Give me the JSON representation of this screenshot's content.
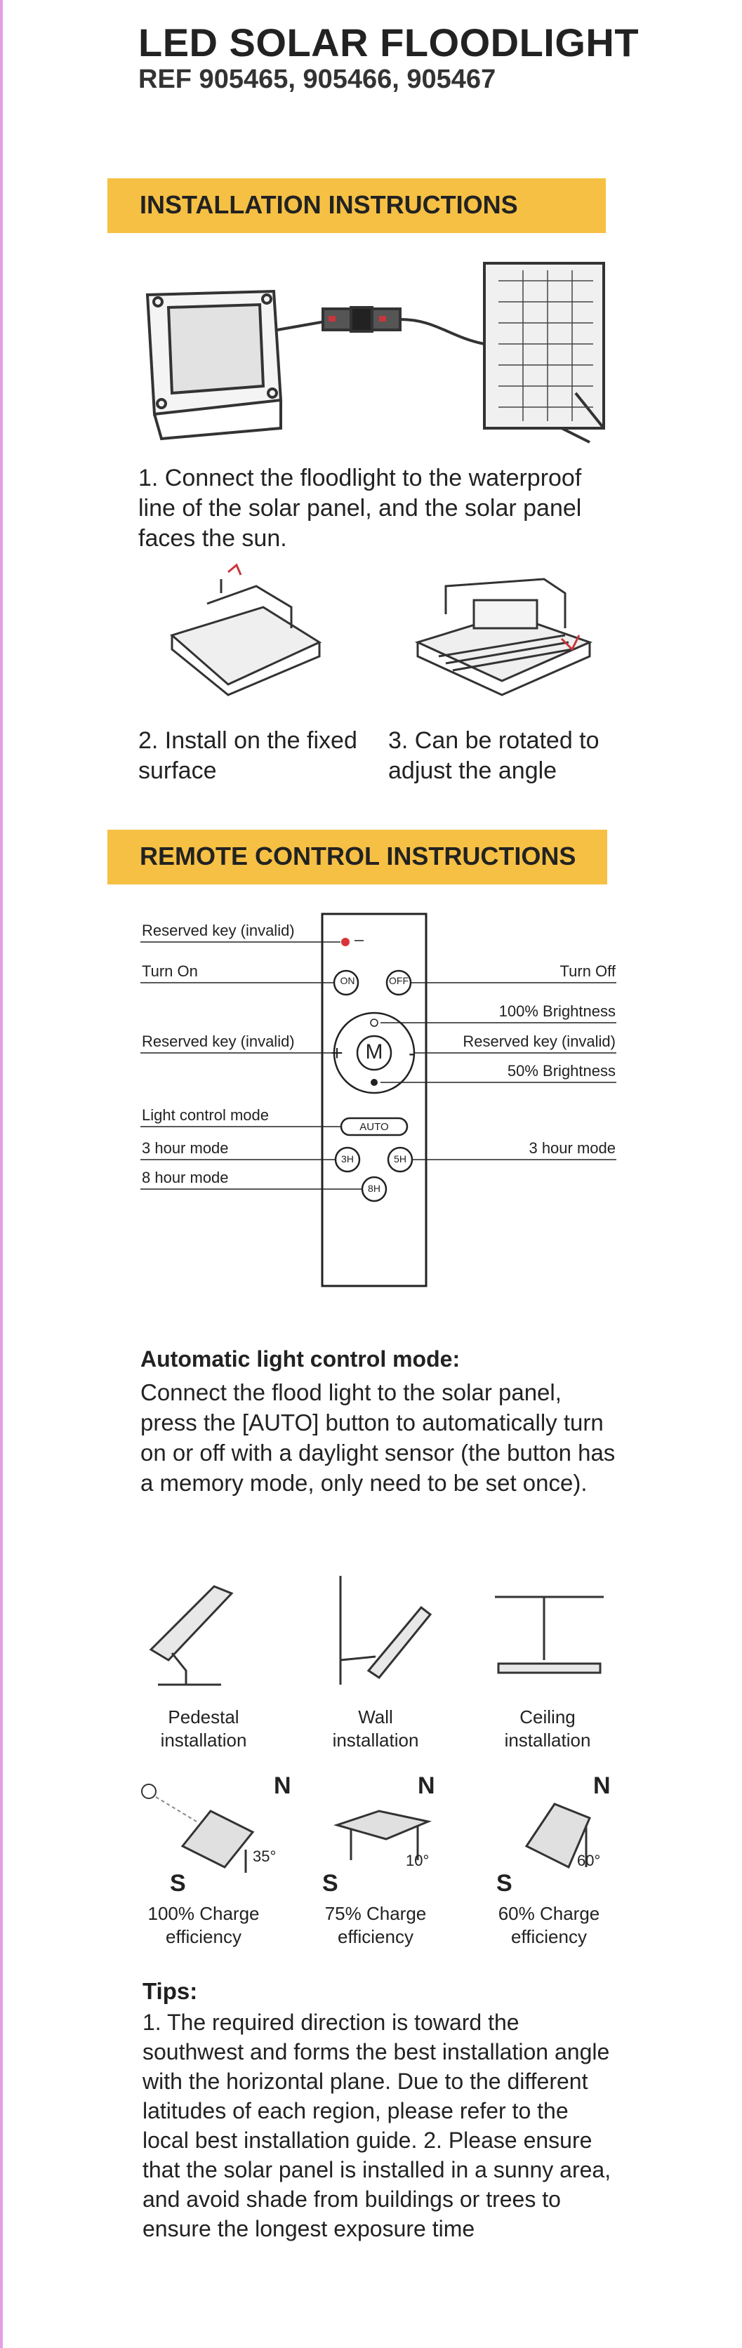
{
  "header": {
    "title": "LED SOLAR FLOODLIGHT",
    "ref": "REF 905465, 905466, 905467"
  },
  "installation": {
    "banner": "INSTALLATION INSTRUCTIONS",
    "step1": "1. Connect the floodlight to the waterproof line of the solar panel, and the solar panel faces the sun.",
    "step2": "2. Install on the fixed surface",
    "step3": "3. Can be rotated to adjust the angle"
  },
  "remote": {
    "banner": "REMOTE CONTROL INSTRUCTIONS",
    "labels_left": {
      "reserved_top": "Reserved key (invalid)",
      "turn_on": "Turn On",
      "reserved_left": "Reserved key (invalid)",
      "light_control": "Light control mode",
      "three_hour": "3 hour mode",
      "eight_hour": "8 hour mode"
    },
    "labels_right": {
      "turn_off": "Turn Off",
      "brightness_100": "100% Brightness",
      "reserved_right": "Reserved key (invalid)",
      "brightness_50": "50% Brightness",
      "five_hour": "3 hour mode"
    },
    "buttons": {
      "on": "ON",
      "off": "OFF",
      "m": "M",
      "plus": "+",
      "minus": "-",
      "auto": "AUTO",
      "three_h": "3H",
      "five_h": "5H",
      "eight_h": "8H"
    }
  },
  "auto_mode": {
    "heading": "Automatic light control mode:",
    "body": "Connect the flood light to the solar panel, press the [AUTO] button to automatically turn on or off with a daylight sensor (the button has a memory mode, only need to be set once)."
  },
  "mounting": [
    {
      "line1": "Pedestal",
      "line2": "installation"
    },
    {
      "line1": "Wall",
      "line2": "installation"
    },
    {
      "line1": "Ceiling",
      "line2": "installation"
    }
  ],
  "angles": [
    {
      "north": "N",
      "south": "S",
      "angle": "35°",
      "line1": "100% Charge",
      "line2": "efficiency"
    },
    {
      "north": "N",
      "south": "S",
      "angle": "10°",
      "line1": "75% Charge",
      "line2": "efficiency"
    },
    {
      "north": "N",
      "south": "S",
      "angle": "60°",
      "line1": "60% Charge",
      "line2": "efficiency"
    }
  ],
  "tips": {
    "heading": "Tips:",
    "body": "1. The required direction is toward the southwest and forms the best installation angle with the horizontal plane. Due to the different latitudes of each region, please refer to the local best installation guide. 2. Please ensure that the solar panel is installed in a sunny area, and avoid shade from buildings or trees to ensure the longest exposure time"
  },
  "colors": {
    "banner": "#f6c044",
    "ink": "#222222",
    "indicator": "#d8333a",
    "page_edge": "#e59ee6"
  }
}
